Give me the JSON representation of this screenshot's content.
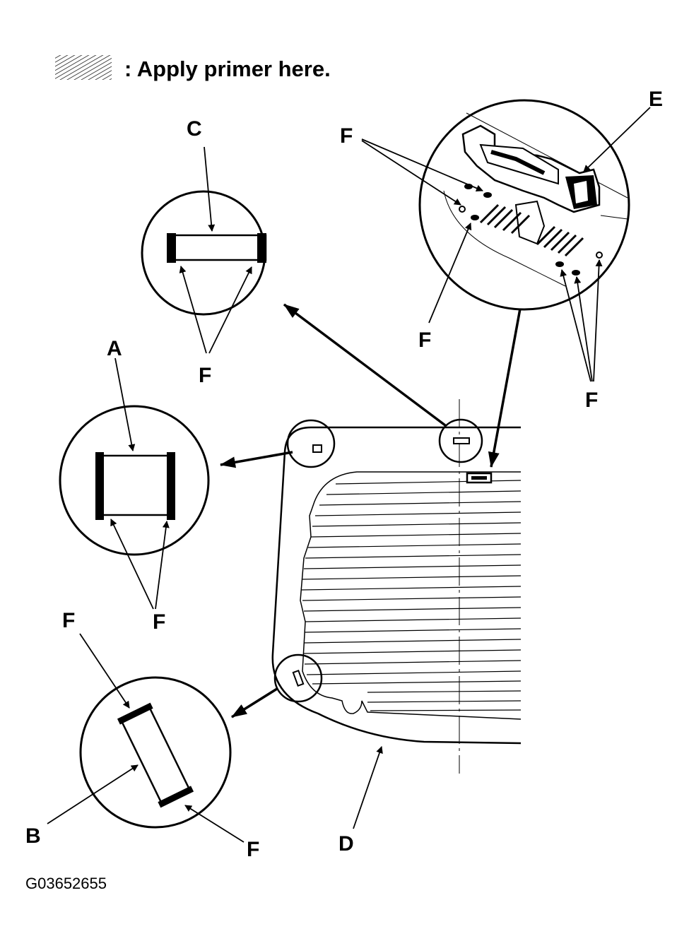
{
  "legend": {
    "text": ": Apply primer here."
  },
  "labels": {
    "a": "A",
    "b": "B",
    "c": "C",
    "d": "D",
    "e": "E",
    "f": "F"
  },
  "figure_code": "G03652655"
}
